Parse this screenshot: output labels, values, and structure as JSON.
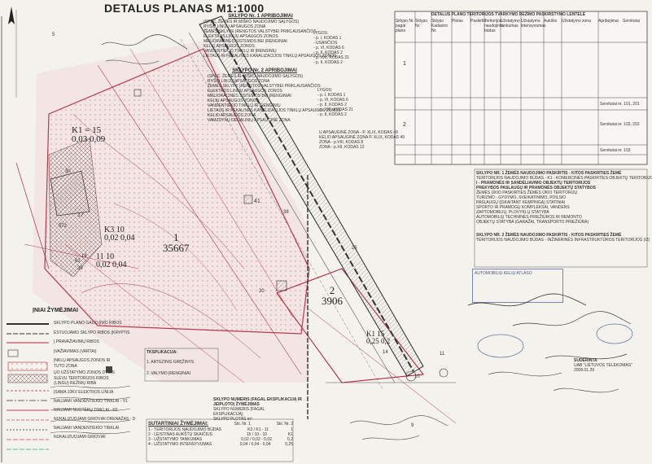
{
  "title": "DETALUS PLANAS M1:1000",
  "left_notes": {
    "heading1": "SKLYPO Nr. 1 APRIBOJIMAI",
    "list1": [
      "(SPEC. ŽEMĖS IR MIŠKO NAUDOJIMO SĄLYGOS)",
      "RYŠIŲ LINIJŲ APSAUGOS ZONA",
      "ŽEMĖS SKLYPE ĮRENGTOS VALSTYBEI PRIKLAUSANČIOS",
      "ELEKTROS LINIJŲ APSAUGOS ZONOS",
      "MELIORACINĖS SISTEMOS BEI ĮRENGINIAI",
      "KELIŲ APSAUGOS ZONOS",
      "VANDENTIEKIO TINKLŲ IR ĮRENGINIŲ",
      "LIETAUS IR FEKALINES KANALIZACIJOS TINKLŲ APSAUGOS ZONOS"
    ],
    "codes1": [
      "LYGOS:",
      "- p. I, KODAS 1",
      "- USAN­ČIOS",
      "- p. VI, KODAS 6",
      "- p. II, KODAS 2",
      "- p. XXI, KODAS 21",
      "- p. II, KODAS 2"
    ],
    "heading2": "SKLYPO Nr. 2 APRIBOJIMAI",
    "list2": [
      "(SPEC. ŽEMĖS IR MIŠKO NAUDOJIMO SĄLYGOS)",
      "RYŠIŲ LINIJŲ APSAUGOS ZONA",
      "ŽEMĖS SKLYPE ĮRENGTOS VALSTYBEI PRIKLAUSANČIOS",
      "ELEKTROS LINIJŲ APSAUGOS ZONOS",
      "MELIORACINĖS SISTEMOS BEI ĮRENGINIAI",
      "KELIŲ APSAUGOS ZONOS",
      "VANDENTIEKIO TINKLŲ IR ĮRENGINIŲ",
      "LIETAUS IR FEKALINES KANALIZACIJOS TINKLŲ APSAUGOS ZONOS",
      "KELIO APSAUGOS ZONA",
      "VAMZDYNŲ DEGALINIŲ APSAUGINĖ ZONA"
    ],
    "codes2": [
      "LYGOS:",
      "- p. I, KODAS 1",
      "- p. VI, KODAS 6",
      "- p. II, KODAS 2",
      "- p. XXI, KODAS 21",
      "- p. II, KODAS 2"
    ],
    "extra_lines": [
      "U APSAUGINĖ ZONA - P. XLIX, KODAS 49",
      "KELIO APSAUGINĖ ZONA P. XLIX, KODAS 49",
      "ZONA - p.VIII, KODAS 8",
      "ZONA - p.XII, KODAS 12"
    ]
  },
  "lots": [
    {
      "id": "K1 = 15",
      "sub": "0,03 0,09"
    },
    {
      "id": "K3 10",
      "sub": "0,02 0,04"
    },
    {
      "id": "11 10",
      "sub": "0,02 0,04"
    },
    {
      "id": "1",
      "sub": "35667"
    },
    {
      "id": "2",
      "sub": "3906"
    },
    {
      "id": "K1 15",
      "sub": "0,25 0,2"
    }
  ],
  "plan_numbers": [
    "17",
    "572",
    "16",
    "62",
    "39",
    "41",
    "25",
    "20",
    "14",
    "10",
    "11",
    "9",
    "38",
    "30",
    "5"
  ],
  "legend": {
    "heading": "ĮNIAI ŽYMĖJIMAI",
    "items": [
      "SKLYPO PLANO GALIOJIMO RIBOS",
      "ESTUOJAMO SKLYPO RIBOS (KRYPTIS",
      "Į PRAVAŽIAVIMŲ RIBOS",
      "ĮVAŽIAVIMAS (VARTAI)",
      "ĮNKLŲ APSAUGOS ZONOS IR",
      "TUTO ZONA",
      "ŲO UŽSTATYMO ZONOS DYDIS",
      "SLĖVU TERITORIJOS RIBOS",
      "(LINGU) REŽIMŲ RIBA",
      "ĮSAMA 10KV ELEKTROS LINIJA",
      "NAUJAMI VANDENTIEKIO TINKLAI - V1",
      "NAUJAMI NUOTĖKŲ TINKLAI - KF",
      "NUKALIZUOJAMI GRIOVIAI DRENAŽAS - D",
      "NAUJAMI VANDENTIEKIO TINKLAI",
      "NUKALIZUOJAMI GRIOVIAI"
    ]
  },
  "explanation": {
    "heading": "TKSPLIKACIJA:",
    "rows": [
      "1. ARTEZINIS GRĘŽINYS",
      "2. VALYMO ĮRENGINIAI"
    ]
  },
  "lot_expl": {
    "heading": "SKLYPO NUMERIS (FAGAL EKSPLIKACIJĄ IR JEIPLOTO) ŽYMĖJIMAS",
    "rows": [
      "SKLYPO NUMERIS (FAGAL",
      "EKSPLIKACIJĄ)",
      "SKLYPO PLOTAS m²"
    ]
  },
  "conditional": {
    "heading": "SUTARTINIAI ŽYMĖJIMAI:",
    "cols": [
      "Skl. Nr. 1",
      "Skl. Nr. 2"
    ],
    "rows": [
      {
        "label": "1 - TERITORIJOS NAUDOJIMO BŪDAS",
        "a": "K3 / K1 - 11",
        "b": "1"
      },
      {
        "label": "2 - LEISTINAS AUKŠTŲ SKAIČIUS",
        "a": "15 / 10 - 10",
        "b": "K1"
      },
      {
        "label": "3 - UŽSTATYMO TANKUMAS",
        "a": "0,02 / 0,02 - 0,02",
        "b": "0,2"
      },
      {
        "label": "4 - UŽSTATYMO INTENSYVUMAS",
        "a": "0,04 / 0,04 - 0,04",
        "b": "0,25"
      }
    ]
  },
  "right_table": {
    "heading": "DETALUS PLANO TERITORIJOS TVARKYMO REŽIMO PASKIRSTYMO LENTELĖ",
    "header": [
      "Sklypo Nr. pagal plano",
      "Sklypo Nr.",
      "Sklypo Kadastro Nr.",
      "Plotas",
      "Paskirtis",
      "Teritorijos naudojimo būdas",
      "Užstatymo tankumas",
      "Užstatymo intensyvumas",
      "Aukštis",
      "Užstatymo zona",
      "Apribojimai",
      "Servitutai"
    ],
    "row1_code": "1",
    "row2_code": "2",
    "notes": [
      "Servitutai nr. 101, 201",
      "Servitutai nr. 102, 202",
      "Servitutai nr. 103"
    ]
  },
  "lot_purposes": {
    "lot1_heading": "SKLYPO NR. 1 ŽEMĖS NAUDOJIMO PASKIRTIS - KITOS PASKIRTIES ŽEMĖ",
    "lot1_lines": [
      "TERITORIJOS NAUDOJIMO BŪDAS - K1 - KOMERCINĖS PASKIRTIES OBJEKTŲ TERITORIJOS,",
      "I - PRAMONĖS IR SANDĖLIAVIMO OBJEKTŲ TERITORIJOS",
      "PREKYBOS PASLAUGŲ IR PRAMONĖS OBJEKTŲ STATYBOS",
      "ŽEMĖS ŪKIO PASKIRTIES ŽEMĖS ŪKIO TERITORIJŲ",
      "TURIZMO - GYDYMO, SVEIKATINIMO, POILSIO",
      "PASLAUGŲ (ĮSKAITANT KEMPINGĄ) STATINIAI",
      "SPORTO IR PRAMOGŲ KOMPLEKSAI, VANDENS",
      "ZAPTOMOBILIŲ, PLOVYKLŲ STATYBA",
      "AUTOMOBILIŲ TECHNINĖS PRIEŽIŪROS IR REMONTO",
      "OBJEKTŲ STATYBA (GARAŽAI, TRANSPORTO PRIEŽIŪRA)"
    ],
    "lot2_heading": "SKLYPO NR. 2 ŽEMĖS NAUDOJIMO PASKIRTIS - KITOS PASKIRTIES ŽEMĖ",
    "lot2_lines": [
      "TERITORIJOS NAUDOJIMO BŪDAS - INŽINERINĖS INFRASTRUKTŪROS TERITORIJOS (I2)"
    ]
  },
  "stamps": {
    "stamp1": "AUTOMOBILIŲ KELIŲ ATLASO",
    "agreed_label": "SUDERINTA",
    "agreed_org": "UAB \"LIETUVOS TELEKOMAS\"",
    "date_label": "2008.01.29"
  }
}
